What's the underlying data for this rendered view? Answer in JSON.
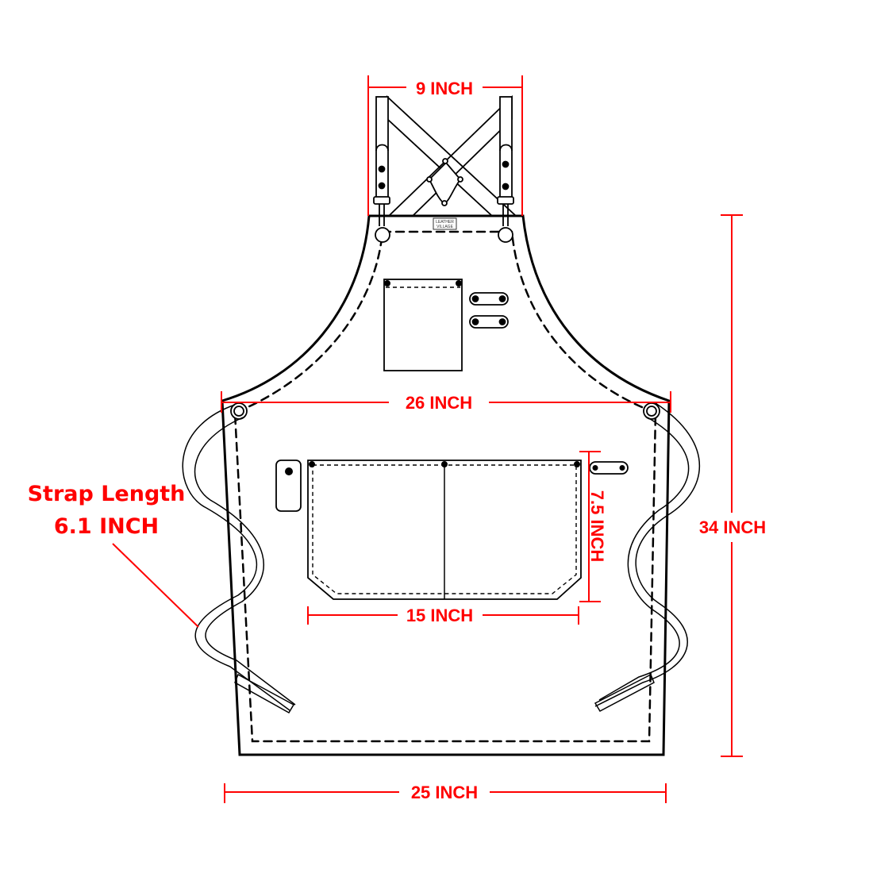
{
  "diagram": {
    "subject": "Apron",
    "brand_label": [
      "LEATHER",
      "VILLAGE"
    ],
    "colors": {
      "outline": "#000000",
      "dimension": "#ff0000",
      "background": "#ffffff"
    }
  },
  "dimensions": {
    "top_strap_width": "9 INCH",
    "chest_width": "26 INCH",
    "pocket_height": "7.5 INCH",
    "pocket_width": "15 INCH",
    "total_height": "34 INCH",
    "bottom_width": "25 INCH",
    "strap_length_title": "Strap Length",
    "strap_length_value": "6.1 INCH"
  }
}
